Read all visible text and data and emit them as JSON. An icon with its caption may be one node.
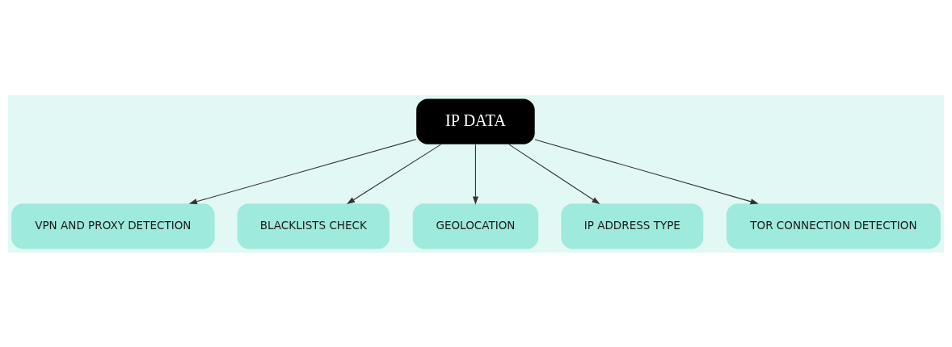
{
  "diagram": {
    "nodes": [
      {
        "text": [
          "IP DATA"
        ]
      },
      {
        "text": [
          "VPN AND PROXY DETECTION"
        ]
      },
      {
        "text": [
          "BLACKLISTS CHECK"
        ]
      },
      {
        "text": [
          "GEOLOCATION"
        ]
      },
      {
        "text": [
          "IP ADDRESS TYPE"
        ]
      },
      {
        "text": [
          "TOR CONNECTION DETECTION"
        ]
      }
    ],
    "edges": [
      {
        "from": 0,
        "to": 1,
        "arrow": "to"
      },
      {
        "from": 0,
        "to": 2,
        "arrow": "to"
      },
      {
        "from": 0,
        "to": 3,
        "arrow": "to"
      },
      {
        "from": 0,
        "to": 4,
        "arrow": "to"
      },
      {
        "from": 0,
        "to": 5,
        "arrow": "to"
      }
    ]
  }
}
